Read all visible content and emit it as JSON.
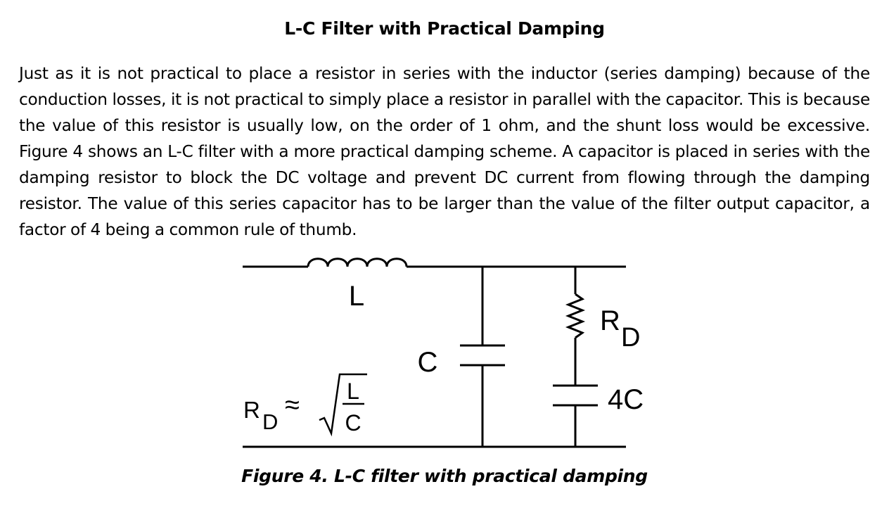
{
  "title": "L-C Filter with Practical Damping",
  "paragraph": "Just as it is not practical to place a resistor in series with the inductor (series damping) because of the conduction losses, it is not practical to simply place a resistor in parallel with the capacitor. This is because the value of this resistor is usually low, on the order of 1 ohm, and the shunt loss would be excessive. Figure 4 shows an L-C filter with a more practical damping scheme. A capacitor is placed in series with the damping resistor to block the DC voltage and prevent DC current from flowing through the damping resistor. The value of this series capacitor has to be larger than the value of the filter output capacitor, a factor of 4 being a common rule of thumb.",
  "figure": {
    "inductor_label": "L",
    "capacitor_label": "C",
    "resistor_label": "R",
    "resistor_subscript": "D",
    "damping_cap_label": "4C",
    "formula": {
      "lhs": "R",
      "lhs_subscript": "D",
      "approx": "≈",
      "numerator": "L",
      "denominator": "C"
    },
    "caption": "Figure 4. L-C filter with practical damping"
  }
}
